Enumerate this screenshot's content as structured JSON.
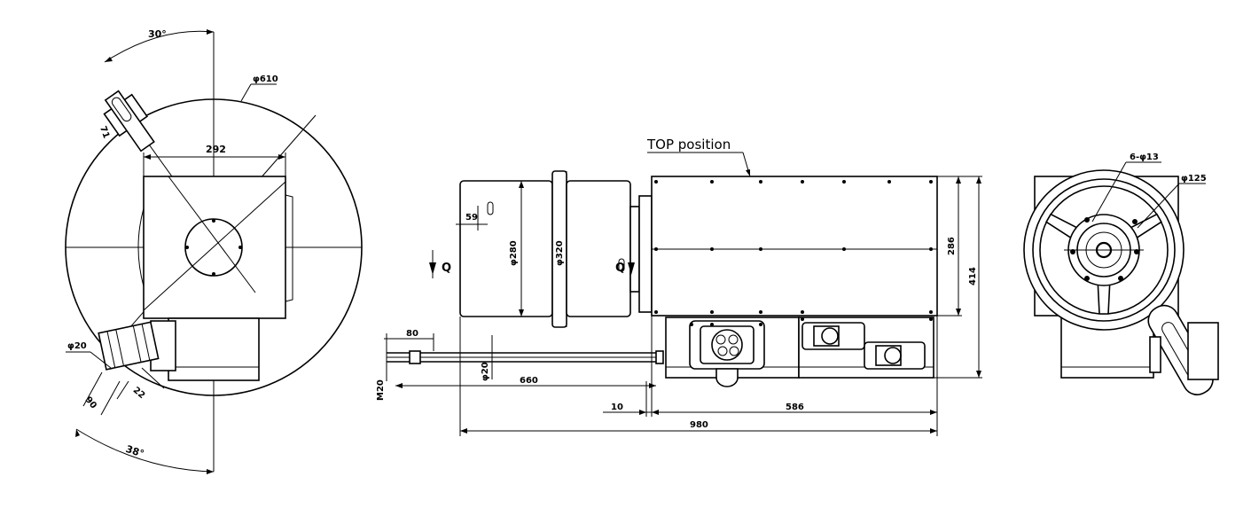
{
  "drawing": {
    "left_view": {
      "angle_top": "30°",
      "dia_outer": "φ610",
      "width_292": "292",
      "dim_71": "71",
      "dia_20": "φ20",
      "dim_90": "90",
      "dim_22": "22",
      "angle_bottom": "38°"
    },
    "side_view": {
      "top_label": "TOP position",
      "dim_59": "59",
      "dia_280": "φ280",
      "dia_320": "φ320",
      "section_q": "Q",
      "dim_286": "286",
      "dim_414": "414",
      "dim_80": "80",
      "dim_20": "φ20",
      "dim_660": "660",
      "thread_m20": "M20",
      "dim_10": "10",
      "dim_586": "586",
      "dim_980": "980"
    },
    "right_view": {
      "holes": "6-φ13",
      "dia_125": "φ125"
    }
  }
}
